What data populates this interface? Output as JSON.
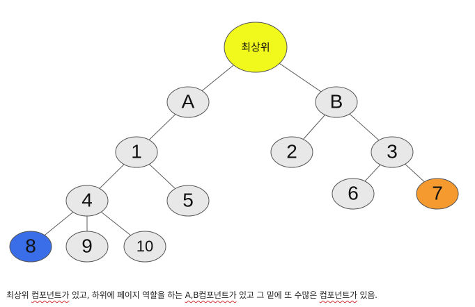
{
  "diagram": {
    "nodes": [
      {
        "id": "root",
        "label": "최상위",
        "color": "#f1f91c"
      },
      {
        "id": "A",
        "label": "A",
        "color": "#e8e8e8"
      },
      {
        "id": "B",
        "label": "B",
        "color": "#e8e8e8"
      },
      {
        "id": "n1",
        "label": "1",
        "color": "#e8e8e8"
      },
      {
        "id": "n2",
        "label": "2",
        "color": "#e8e8e8"
      },
      {
        "id": "n3",
        "label": "3",
        "color": "#e8e8e8"
      },
      {
        "id": "n4",
        "label": "4",
        "color": "#e8e8e8"
      },
      {
        "id": "n5",
        "label": "5",
        "color": "#e8e8e8"
      },
      {
        "id": "n6",
        "label": "6",
        "color": "#e8e8e8"
      },
      {
        "id": "n7",
        "label": "7",
        "color": "#f59a2f"
      },
      {
        "id": "n8",
        "label": "8",
        "color": "#3a6ee8"
      },
      {
        "id": "n9",
        "label": "9",
        "color": "#e8e8e8"
      },
      {
        "id": "n10",
        "label": "10",
        "color": "#e8e8e8"
      }
    ],
    "edges": [
      [
        "root",
        "A"
      ],
      [
        "root",
        "B"
      ],
      [
        "A",
        "n1"
      ],
      [
        "B",
        "n2"
      ],
      [
        "B",
        "n3"
      ],
      [
        "n1",
        "n4"
      ],
      [
        "n1",
        "n5"
      ],
      [
        "n3",
        "n6"
      ],
      [
        "n3",
        "n7"
      ],
      [
        "n4",
        "n8"
      ],
      [
        "n4",
        "n9"
      ],
      [
        "n4",
        "n10"
      ]
    ]
  },
  "caption": {
    "t1": "최상위 ",
    "t2": "컴포넌트가",
    "t3": " 있고, 하위에 페이지 역할을 하는 ",
    "t4": "A,B컴포넌트가",
    "t5": " 있고 그 밑에 또 수많은 ",
    "t6": "컴포넌트가",
    "t7": " 있음."
  }
}
